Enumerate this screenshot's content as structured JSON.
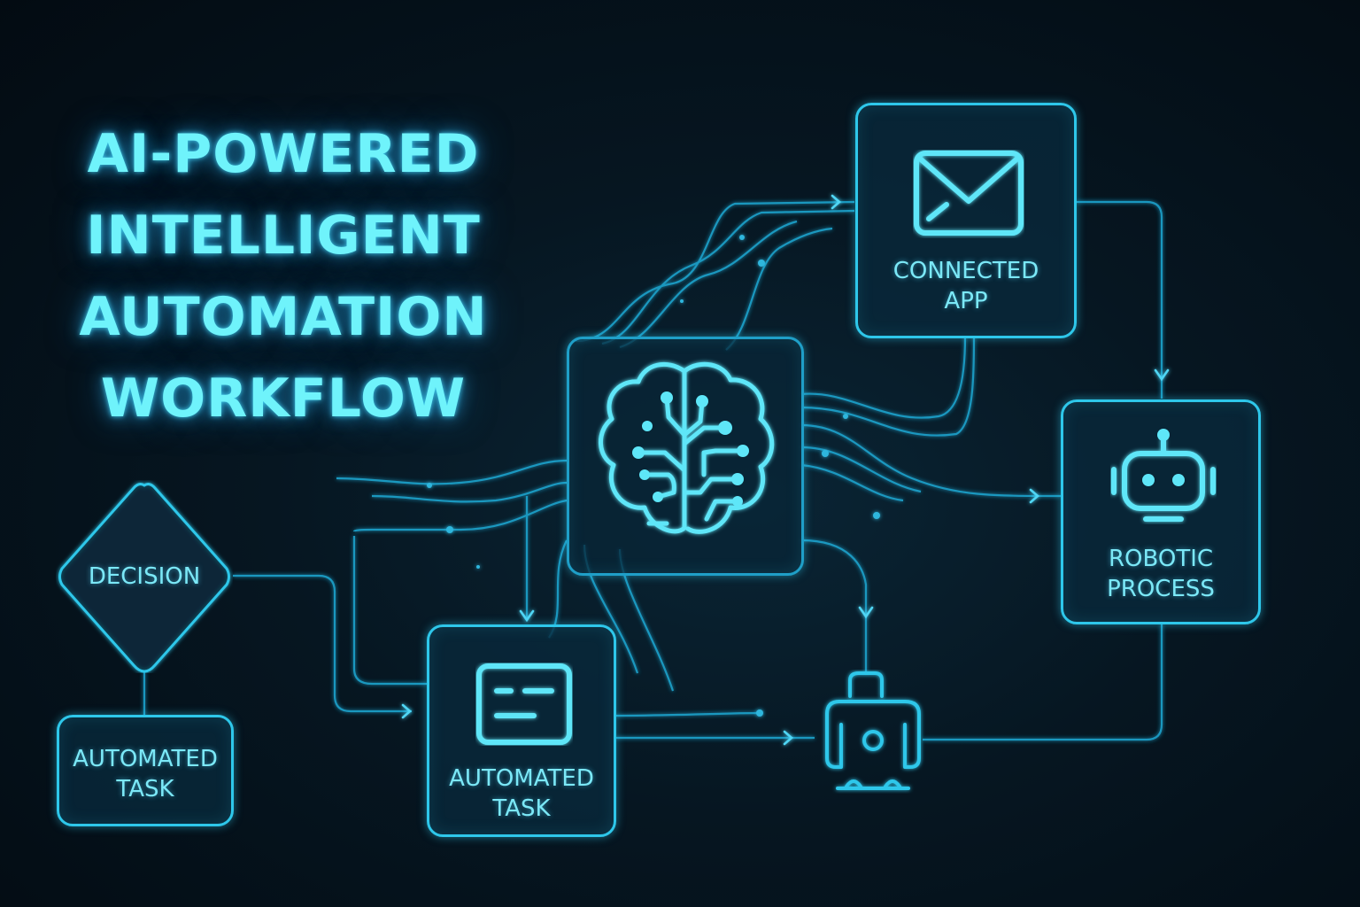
{
  "title": {
    "lines": [
      "AI-POWERED",
      "INTELLIGENT",
      "AUTOMATION",
      "WORKFLOW"
    ]
  },
  "colors": {
    "background": "#050f17",
    "accent": "#2ec7ea",
    "title_text": "#6ff3fb",
    "label_text": "#7be8f7"
  },
  "nodes": {
    "connected_app": {
      "label_line1": "CONNECTED",
      "label_line2": "APP",
      "icon": "envelope-icon"
    },
    "robotic_process": {
      "label_line1": "ROBOTIC",
      "label_line2": "PROCESS",
      "icon": "robot-icon"
    },
    "ai_brain": {
      "icon": "brain-circuit-icon"
    },
    "automated_task_center": {
      "label_line1": "AUTOMATED",
      "label_line2": "TASK",
      "icon": "window-form-icon"
    },
    "decision": {
      "label": "DECISION",
      "shape": "diamond"
    },
    "automated_task_left": {
      "label_line1": "AUTOMATED",
      "label_line2": "TASK"
    },
    "bot_endpoint": {
      "icon": "robot-body-icon"
    }
  },
  "connections": [
    {
      "from": "ai_brain",
      "to": "connected_app"
    },
    {
      "from": "connected_app",
      "to": "robotic_process"
    },
    {
      "from": "ai_brain",
      "to": "robotic_process"
    },
    {
      "from": "ai_brain",
      "to": "automated_task_center"
    },
    {
      "from": "decision",
      "to": "automated_task_center"
    },
    {
      "from": "decision",
      "to": "automated_task_left"
    },
    {
      "from": "automated_task_center",
      "to": "bot_endpoint"
    },
    {
      "from": "ai_brain",
      "to": "bot_endpoint"
    },
    {
      "from": "robotic_process",
      "to": "bot_endpoint"
    }
  ]
}
